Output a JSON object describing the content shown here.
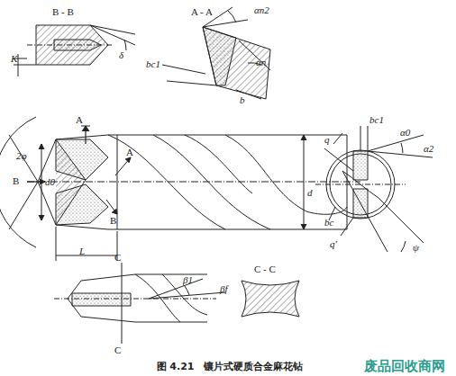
{
  "diagram": {
    "caption": "图 4.21　镶片式硬质合金麻花钻",
    "labels": [
      "B - B",
      "K",
      "δ",
      "A - A",
      "αn2",
      "bc1",
      "αn",
      "b",
      "A",
      "B",
      "A",
      "B",
      "2φ",
      "d0",
      "L",
      "d",
      "bc1",
      "q",
      "α0",
      "α2",
      "bc",
      "q'",
      "ψ",
      "C",
      "C",
      "β1",
      "βf",
      "C - C",
      "废品回收商网"
    ]
  }
}
